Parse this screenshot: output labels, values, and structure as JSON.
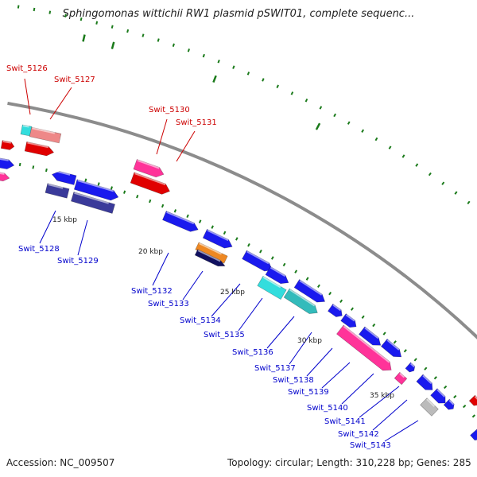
{
  "title": "Sphingomonas wittichii RW1 plasmid pSWIT01, complete sequenc...",
  "accession": "Accession: NC_009507",
  "summary": "Topology: circular; Length: 310,228 bp; Genes: 285",
  "colors": {
    "backbone": "#8c8c8c",
    "ticks": "#1a7a1a",
    "label_top": "#cc0000",
    "label_bottom": "#0000cc",
    "genes": {
      "red": "#e00000",
      "pink": "#ff3399",
      "salmon": "#ee8888",
      "cyan": "#33dddd",
      "teal": "#33bbbb",
      "blue": "#1a1aee",
      "indigo": "#3a3a9a",
      "navy": "#101060",
      "orange": "#ee8822",
      "gray": "#bbbbbb"
    }
  },
  "kbp_labels": [
    "15 kbp",
    "20 kbp",
    "25 kbp",
    "30 kbp",
    "35 kbp"
  ],
  "gene_labels_top": [
    "Swit_5126",
    "Swit_5127",
    "Swit_5130",
    "Swit_5131"
  ],
  "gene_labels_bottom": [
    "Swit_5128",
    "Swit_5129",
    "Swit_5132",
    "Swit_5133",
    "Swit_5134",
    "Swit_5135",
    "Swit_5136",
    "Swit_5137",
    "Swit_5138",
    "Swit_5139",
    "Swit_5140",
    "Swit_5141",
    "Swit_5142",
    "Swit_5143"
  ]
}
